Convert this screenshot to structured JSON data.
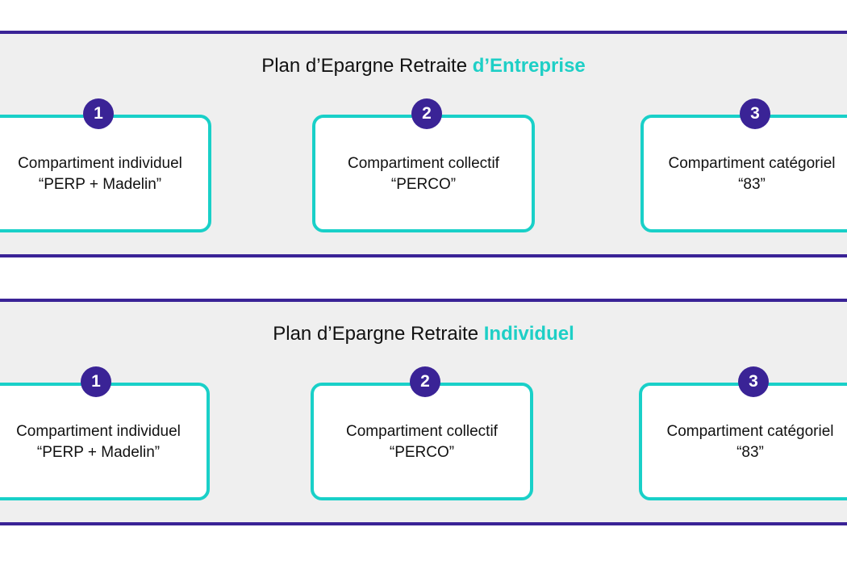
{
  "colors": {
    "accent_purple": "#3a2396",
    "accent_teal": "#19d0c8",
    "band_bg": "#efefef"
  },
  "sections": [
    {
      "title_prefix": "Plan d’Epargne Retraite ",
      "title_highlight": "d’Entreprise",
      "cards": [
        {
          "number": "1",
          "line1": "Compartiment individuel",
          "line2": "“PERP + Madelin”"
        },
        {
          "number": "2",
          "line1": "Compartiment collectif",
          "line2": "“PERCO”"
        },
        {
          "number": "3",
          "line1": "Compartiment catégoriel",
          "line2": "“83”"
        }
      ]
    },
    {
      "title_prefix": "Plan d’Epargne Retraite ",
      "title_highlight": "Individuel",
      "cards": [
        {
          "number": "1",
          "line1": "Compartiment individuel",
          "line2": "“PERP + Madelin”"
        },
        {
          "number": "2",
          "line1": "Compartiment collectif",
          "line2": "“PERCO”"
        },
        {
          "number": "3",
          "line1": "Compartiment catégoriel",
          "line2": "“83”"
        }
      ]
    }
  ]
}
